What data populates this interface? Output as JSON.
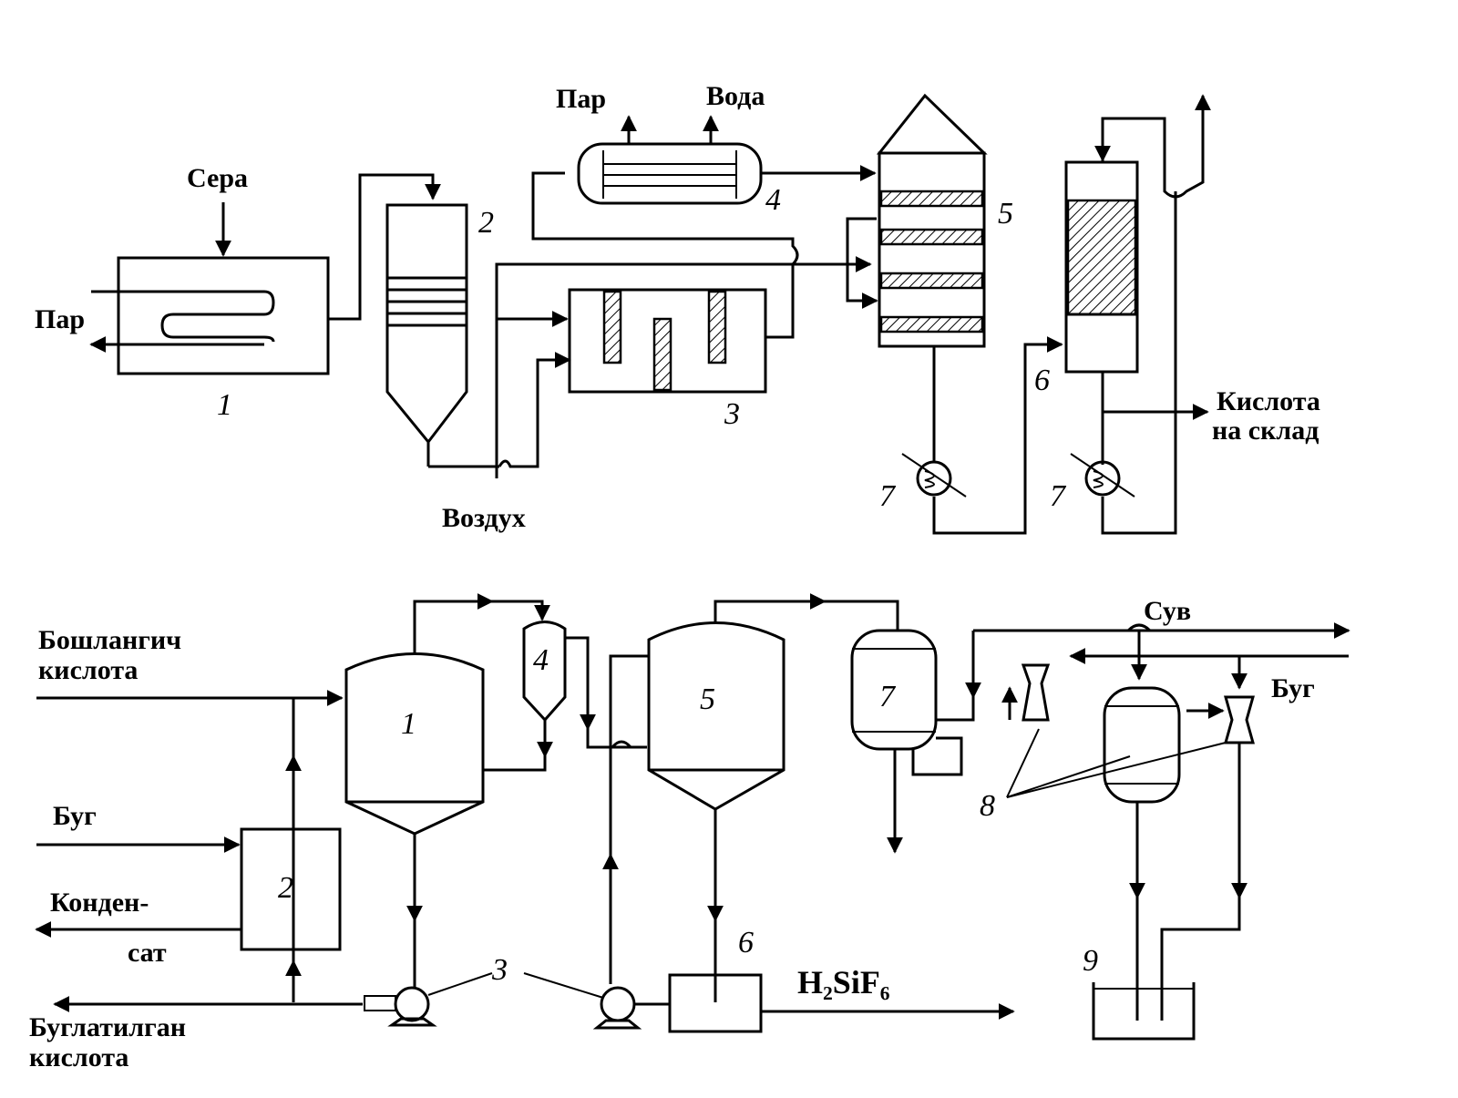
{
  "top_scheme": {
    "labels": {
      "sulfur": "Сера",
      "steam_left": "Пар",
      "steam_top": "Пар",
      "water": "Вода",
      "air": "Воздух",
      "acid_line1": "Кислота",
      "acid_line2": "на склад"
    },
    "numbers": {
      "n1": "1",
      "n2": "2",
      "n3": "3",
      "n4": "4",
      "n5": "5",
      "n6": "6",
      "n7a": "7",
      "n7b": "7"
    }
  },
  "bottom_scheme": {
    "labels": {
      "initial_acid_line1": "Бошлангич",
      "initial_acid_line2": "кислота",
      "steam_in": "Буг",
      "condensate_line1": "Конден-",
      "condensate_line2": "сат",
      "evaporated_acid_line1": "Буглатилган",
      "evaporated_acid_line2": "кислота",
      "water": "Сув",
      "steam_right": "Буг",
      "product": "H₂SiF₆"
    },
    "numbers": {
      "n1": "1",
      "n2": "2",
      "n3": "3",
      "n4": "4",
      "n5": "5",
      "n6": "6",
      "n7": "7",
      "n8": "8",
      "n9": "9"
    }
  }
}
